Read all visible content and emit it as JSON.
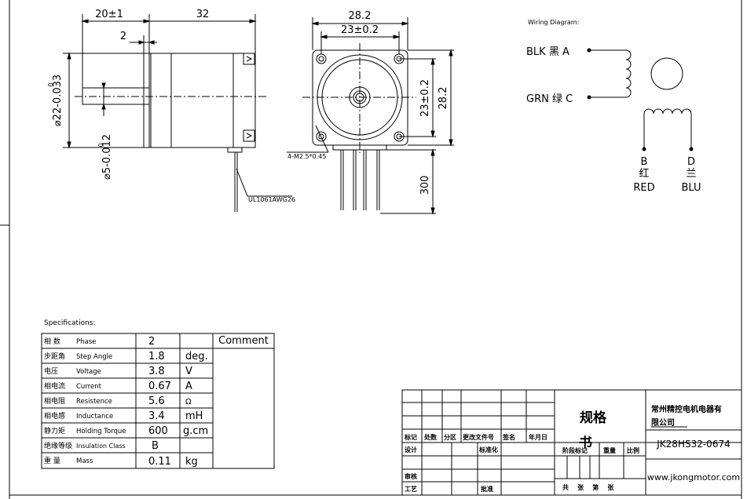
{
  "front_view": {
    "dim_shaft_length": "20±1",
    "dim_body_length": "32",
    "dim_boss": "2",
    "dim_body_dia": "⌀22-0.033",
    "dim_body_dia_upper": "0",
    "dim_shaft_dia": "⌀5-0.012",
    "dim_shaft_dia_upper": "0",
    "cable_label": "UL1061AWG26"
  },
  "end_view": {
    "dim_width": "28.2",
    "dim_hole_spacing": "23±0.2",
    "dim_hole_spacing_v": "23±0.2",
    "dim_height": "28.2",
    "dim_lead_length": "300",
    "hole_label": "4-M2.5*0.45"
  },
  "wiring": {
    "title": "Wiring Diagram:",
    "label_a": "BLK 黑 A",
    "label_c": "GRN 绿 C",
    "label_b": "B",
    "label_b_zh": "红",
    "label_b_en": "RED",
    "label_d": "D",
    "label_d_zh": "兰",
    "label_d_en": "BLU"
  },
  "specs": {
    "title": "Specifications:",
    "comment_header": "Comment",
    "rows": [
      {
        "zh": "相  数",
        "en": "Phase",
        "value": "2",
        "unit": ""
      },
      {
        "zh": "步距角",
        "en": "Step Angle",
        "value": "1.8",
        "unit": "deg."
      },
      {
        "zh": "电压",
        "en": "Voltage",
        "value": "3.8",
        "unit": "V"
      },
      {
        "zh": "相电流",
        "en": "Current",
        "value": "0.67",
        "unit": "A"
      },
      {
        "zh": "相电阻",
        "en": "Resistence",
        "value": "5.6",
        "unit": "Ω"
      },
      {
        "zh": "相电感",
        "en": "Inductance",
        "value": "3.4",
        "unit": "mH"
      },
      {
        "zh": "静力矩",
        "en": "Holding Torque",
        "value": "600",
        "unit": "g.cm"
      },
      {
        "zh": "绝缘等级",
        "en": "Insulation Class",
        "value": "B",
        "unit": ""
      },
      {
        "zh": "重  量",
        "en": "Mass",
        "value": "0.11",
        "unit": "kg"
      }
    ]
  },
  "title_block": {
    "col_labels": [
      "标记",
      "处数",
      "分区",
      "更改文件号",
      "签名",
      "年月日"
    ],
    "design": "设计",
    "standardize": "标准化",
    "stage_mark": "阶段标记",
    "weight": "重量",
    "scale": "比例",
    "check": "审核",
    "process": "工艺",
    "approve": "批准",
    "sheet": "共    张    第    张",
    "doc_title_1": "规格",
    "doc_title_2": "书",
    "company": "常州精控电机电器有限公司",
    "company_line1": "常州精控电机电器有",
    "company_line2": "限公司",
    "part_no": "JK28HS32-0674",
    "website": "www.jkongmotor.com"
  }
}
